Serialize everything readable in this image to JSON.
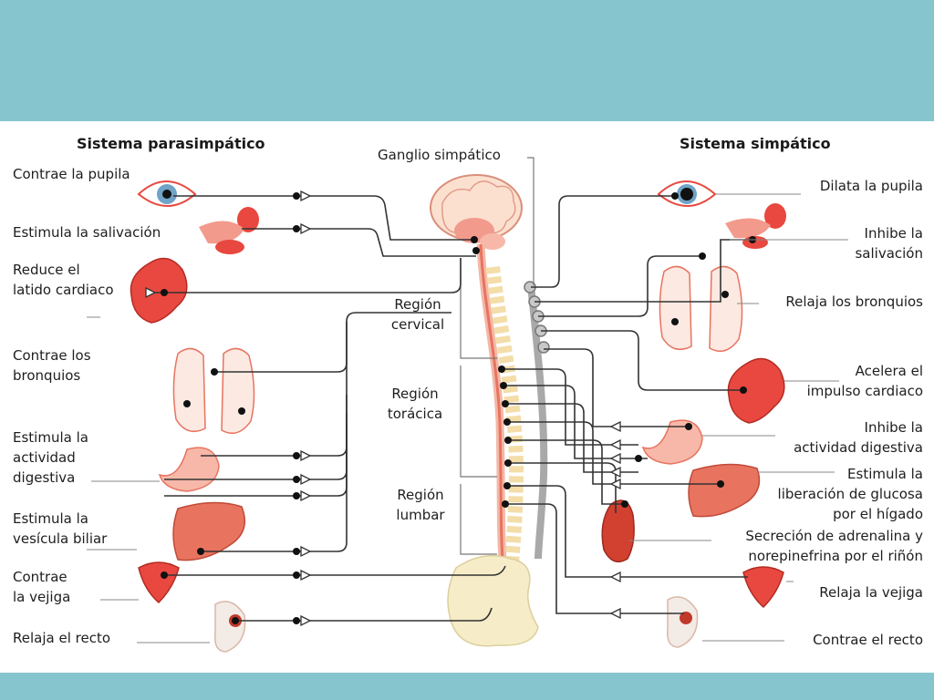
{
  "headers": {
    "parasympathetic": "Sistema parasimpático",
    "sympathetic": "Sistema simpático",
    "ganglion": "Ganglio simpático"
  },
  "regions": {
    "cervical": "Región\ncervical",
    "thoracic": "Región\ntorácica",
    "lumbar": "Región\nlumbar"
  },
  "parasympathetic": [
    {
      "label": "Contrae la pupila",
      "organ": "eye"
    },
    {
      "label": "Estimula la salivación",
      "organ": "salivary-glands"
    },
    {
      "label": "Reduce el\nlatido cardiaco",
      "organ": "heart"
    },
    {
      "label": "Contrae los\nbronquios",
      "organ": "lungs"
    },
    {
      "label": "Estimula la\nactividad\ndigestiva",
      "organ": "stomach"
    },
    {
      "label": "Estimula la\nvesícula biliar",
      "organ": "liver"
    },
    {
      "label": "Contrae\nla vejiga",
      "organ": "bladder"
    },
    {
      "label": "Relaja el recto",
      "organ": "rectum"
    }
  ],
  "sympathetic": [
    {
      "label": "Dilata la pupila",
      "organ": "eye"
    },
    {
      "label": "Inhibe la\nsalivación",
      "organ": "salivary-glands"
    },
    {
      "label": "Relaja los bronquios",
      "organ": "lungs"
    },
    {
      "label": "Acelera el\nimpulso cardiaco",
      "organ": "heart"
    },
    {
      "label": "Inhibe la\nactividad digestiva",
      "organ": "stomach"
    },
    {
      "label": "Estimula la\nliberación de glucosa\npor el hígado",
      "organ": "liver"
    },
    {
      "label": "Secreción de adrenalina y\nnorepinefrina por el riñón",
      "organ": "kidney"
    },
    {
      "label": "Relaja la vejiga",
      "organ": "bladder"
    },
    {
      "label": "Contrae el recto",
      "organ": "rectum"
    }
  ],
  "colors": {
    "band": "#86c5ce",
    "organ": "#e8483f",
    "organ_light": "#f7b8a9",
    "nerve": "#333333",
    "spine_chain": "#a9a9a9",
    "vertebrae": "#f2d9a0"
  }
}
